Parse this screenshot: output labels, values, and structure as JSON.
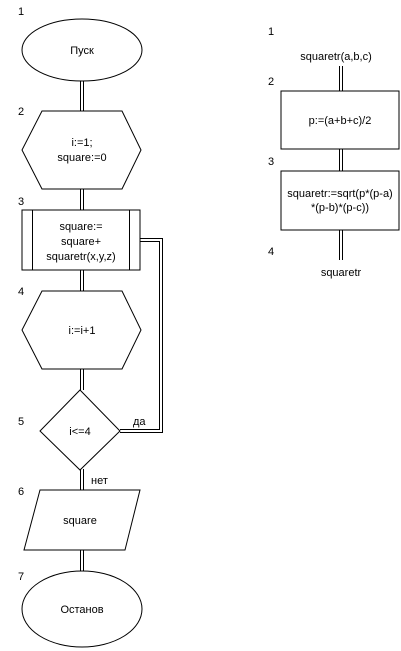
{
  "left_flow": {
    "numbers": [
      "1",
      "2",
      "3",
      "4",
      "5",
      "6",
      "7"
    ],
    "start": "Пуск",
    "init": [
      "i:=1;",
      "square:=0"
    ],
    "process": [
      "square:=",
      "square+",
      "squaretr(x,y,z)"
    ],
    "increment": "i:=i+1",
    "condition": "i<=4",
    "yes_label": "да",
    "no_label": "нет",
    "output": "square",
    "stop": "Останов"
  },
  "right_flow": {
    "numbers": [
      "1",
      "2",
      "3",
      "4"
    ],
    "header": "squaretr(a,b,c)",
    "step_p": "p:=(a+b+c)/2",
    "step_sqrt": [
      "squaretr:=sqrt(p*(p-a)",
      "*(p-b)*(p-c))"
    ],
    "result": "squaretr"
  }
}
